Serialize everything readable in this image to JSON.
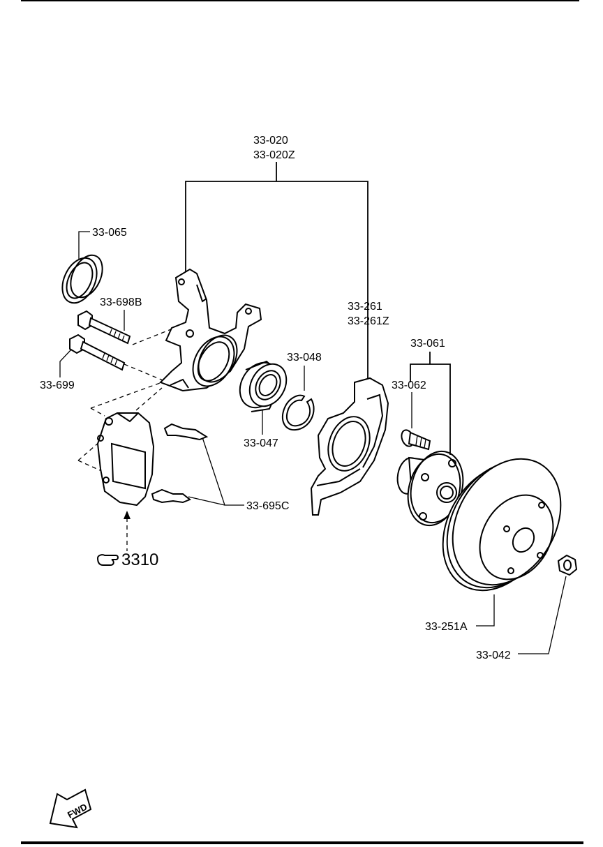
{
  "labels": {
    "knuckle": "33-020",
    "knuckle_alt": "33-020Z",
    "dust_seal": "33-065",
    "bolt_upper": "33-698B",
    "bolt_lower": "33-699",
    "snap_ring": "33-048",
    "bearing": "33-047",
    "dust_cover": "33-261",
    "dust_cover_alt": "33-261Z",
    "hub": "33-061",
    "hub_bolt": "33-062",
    "pad_clips": "33-695C",
    "caliper_ref": "3310",
    "disc": "33-251A",
    "nut": "33-042",
    "fwd": "FWD"
  }
}
